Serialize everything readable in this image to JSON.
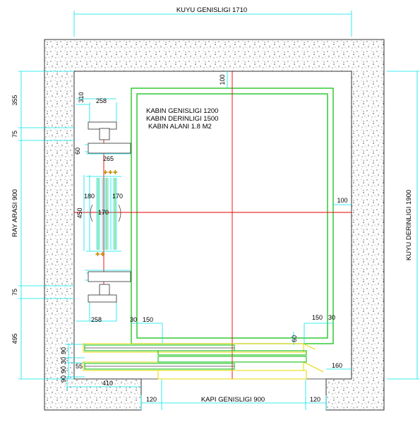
{
  "labels": {
    "shaft_width": "KUYU GENISLIGI 1710",
    "shaft_depth": "KUYU DERINLIGI 1900",
    "rail_span": "RAY ARASI 900",
    "door_width": "KAPI GENISLIGI 900",
    "cabin_width": "KABIN GENISLIGI 1200",
    "cabin_depth": "KABIN DERINLIGI 1500",
    "cabin_area": "KABIN ALANI 1.8 M2"
  },
  "dims": {
    "d355": "355",
    "d75a": "75",
    "d75b": "75",
    "d495": "495",
    "d90a": "90",
    "d30": "30",
    "d90b": "90",
    "d90c": "90",
    "d55": "55",
    "d310": "310",
    "d258a": "258",
    "d258b": "258",
    "d60a": "60",
    "d265": "265",
    "d180": "180",
    "d170a": "170",
    "d170b": "170",
    "d450": "450",
    "d100a": "100",
    "d100b": "100",
    "d30a": "30",
    "d150a": "150",
    "d150b": "150",
    "d30b": "30",
    "d60b": "60",
    "d160": "160",
    "d410": "410",
    "d120a": "120",
    "d120b": "120"
  },
  "colors": {
    "dimension": "#00e5ee",
    "car": "#00bb00",
    "axis": "#ee0000",
    "door": "#e6d800",
    "wall": "#444444"
  }
}
